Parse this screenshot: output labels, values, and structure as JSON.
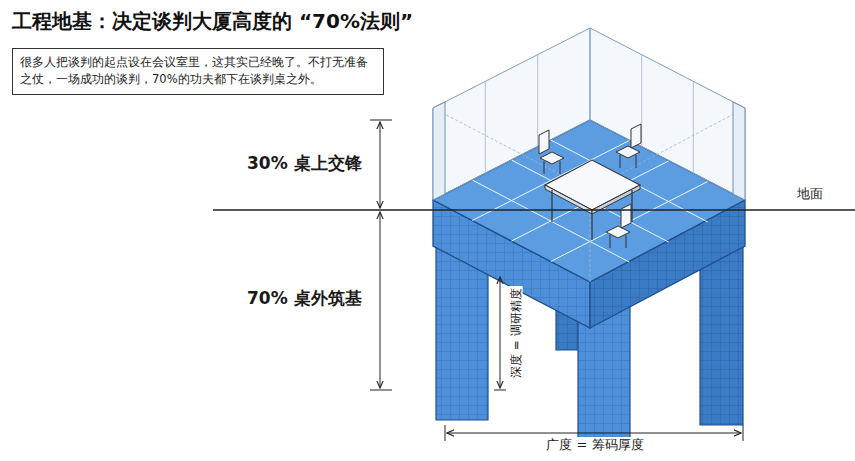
{
  "diagram": {
    "title": "工程地基：决定谈判大厦高度的 “70%法则”",
    "nodes": [
      {
        "text": [
          "很多人把谈判的起点设在会议室里，这其实已经晚了。不打无准备之仗，一场成功的谈判，70%的功夫都下在谈判桌之外。"
        ]
      }
    ],
    "labels": [
      "30% 桌上交锋",
      "70% 桌外筑基",
      "地面",
      "深度 = 调研精度",
      "广度 = 筹码厚度"
    ]
  }
}
